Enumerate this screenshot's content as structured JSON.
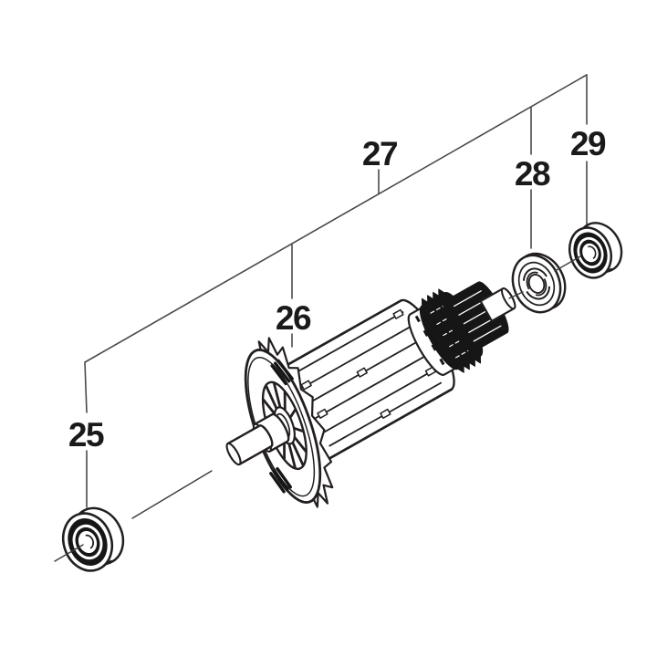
{
  "page": {
    "kind": "exploded-parts-diagram",
    "background": "#ffffff"
  },
  "palette": {
    "outline": "#231f20",
    "dark_fill": "#161616",
    "leader_line": "#4a4a4a",
    "label_text": "#1a1a1a",
    "part_fill": "#ffffff"
  },
  "callouts": [
    {
      "label": "25",
      "part": "ball-bearing-front"
    },
    {
      "label": "26",
      "part": "armature-fan"
    },
    {
      "label": "27",
      "part": "armature-assembly"
    },
    {
      "label": "28",
      "part": "labyrinth-washer"
    },
    {
      "label": "29",
      "part": "ball-bearing-rear"
    }
  ]
}
